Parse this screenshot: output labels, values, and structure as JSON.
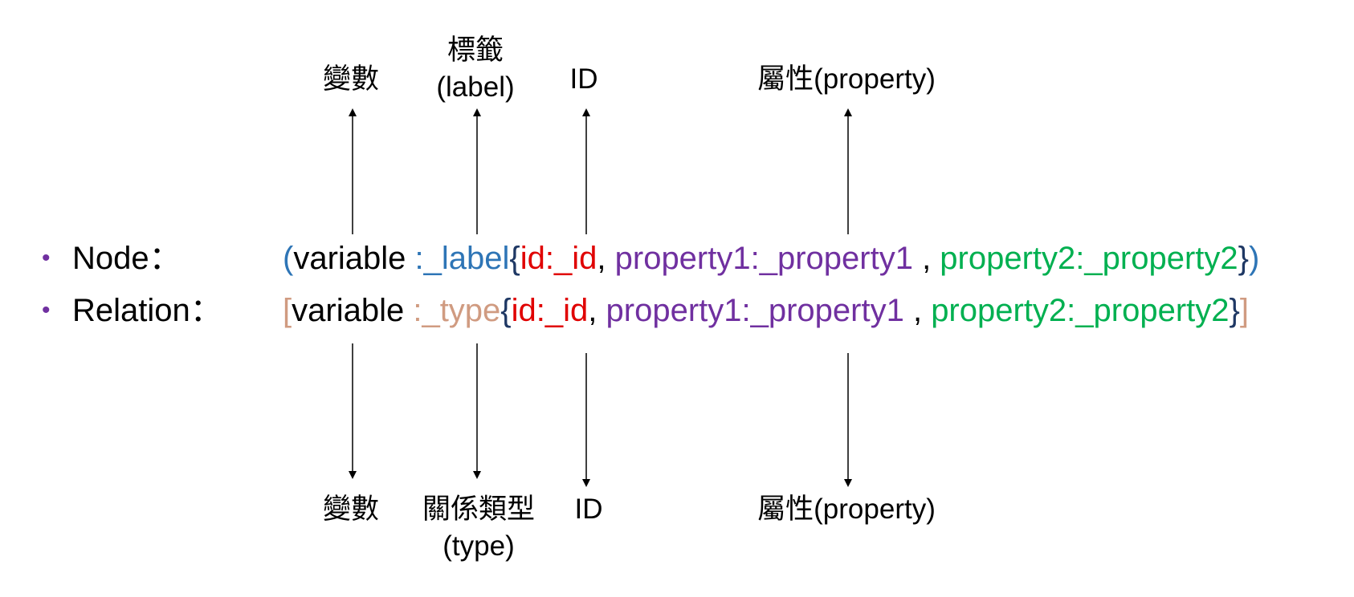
{
  "colors": {
    "black": "#000000",
    "blue": "#2e75b6",
    "red": "#e00000",
    "purple": "#7030a0",
    "green": "#00b050",
    "navy": "#1f3864",
    "salmon": "#d09b81"
  },
  "top_labels": {
    "variable": "變數",
    "label_line1": "標籤",
    "label_line2": "(label)",
    "id": "ID",
    "property": "屬性(property)"
  },
  "bottom_labels": {
    "variable": "變數",
    "type_line1": "關係類型",
    "type_line2": "(type)",
    "id": "ID",
    "property": "屬性(property)"
  },
  "rows": {
    "node": {
      "bullet": "•",
      "name": "Node：",
      "segments": [
        {
          "text": "(",
          "color": "blue"
        },
        {
          "text": "variable ",
          "color": "black"
        },
        {
          "text": ":_label",
          "color": "blue"
        },
        {
          "text": "{",
          "color": "navy"
        },
        {
          "text": "id:_id",
          "color": "red"
        },
        {
          "text": ", ",
          "color": "black"
        },
        {
          "text": "property1:_property1",
          "color": "purple"
        },
        {
          "text": " , ",
          "color": "black"
        },
        {
          "text": "property2:_property2",
          "color": "green"
        },
        {
          "text": "}",
          "color": "navy"
        },
        {
          "text": ")",
          "color": "blue"
        }
      ]
    },
    "relation": {
      "bullet": "•",
      "name": "Relation：",
      "segments": [
        {
          "text": "[",
          "color": "salmon"
        },
        {
          "text": "variable ",
          "color": "black"
        },
        {
          "text": ":_type",
          "color": "salmon"
        },
        {
          "text": "{",
          "color": "navy"
        },
        {
          "text": "id:_id",
          "color": "red"
        },
        {
          "text": ", ",
          "color": "black"
        },
        {
          "text": "property1:_property1",
          "color": "purple"
        },
        {
          "text": " , ",
          "color": "black"
        },
        {
          "text": "property2:_property2",
          "color": "green"
        },
        {
          "text": "}",
          "color": "navy"
        },
        {
          "text": "]",
          "color": "salmon"
        }
      ]
    }
  }
}
